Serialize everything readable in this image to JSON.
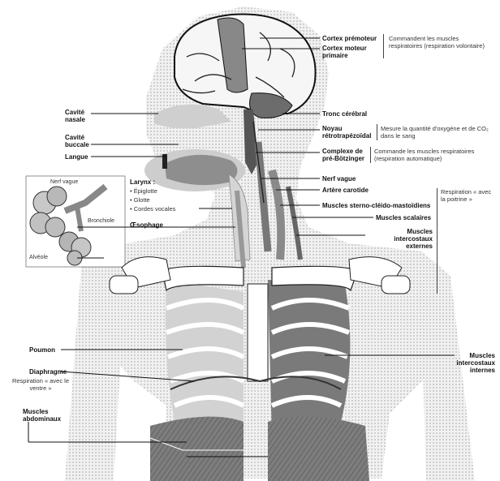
{
  "labels": {
    "cortex_premoteur": "Cortex prémoteur",
    "cortex_moteur": "Cortex moteur primaire",
    "cortex_note": "Commandent les muscles respiratoires (respiration volontaire)",
    "tronc": "Tronc cérébral",
    "noyau": "Noyau rétrotrapézoïdal",
    "noyau_note": "Mesure la quantité d'oxygène et de CO₂ dans le sang",
    "complexe": "Complexe de pré-Bötzinger",
    "complexe_note": "Commande les muscles respiratoires (respiration automatique)",
    "nerf_vague": "Nerf vague",
    "artere": "Artère carotide",
    "sterno": "Muscles sterno-cléido-mastoïdiens",
    "scalaires": "Muscles scalaires",
    "intercostaux_ext": "Muscles intercostaux externes",
    "poitrine_note": "Respiration « avec la poitrine »",
    "cavite_nasale": "Cavité nasale",
    "cavite_buccale": "Cavité buccale",
    "langue": "Langue",
    "larynx_title": "Larynx :",
    "epiglotte": "• Épiglotte",
    "glotte": "• Glotte",
    "cordes": "• Cordes vocales",
    "oesophage": "Œsophage",
    "inset_nerf": "Nerf vague",
    "bronchiole": "Bronchiole",
    "alveole": "Alvéole",
    "poumon": "Poumon",
    "diaphragme": "Diaphragme",
    "ventre_note": "Respiration « avec le ventre »",
    "abdominaux": "Muscles abdominaux",
    "intercostaux_int": "Muscles intercostaux internes"
  },
  "colors": {
    "silhouette_dots": "#c8c8c8",
    "silhouette_fill": "#e6e6e6",
    "brain": "#f4f4f4",
    "motor_cortex": "#8a8a8a",
    "muscle": "#777777",
    "lung": "#bdbdbd",
    "bone": "#ffffff",
    "line": "#111111"
  }
}
